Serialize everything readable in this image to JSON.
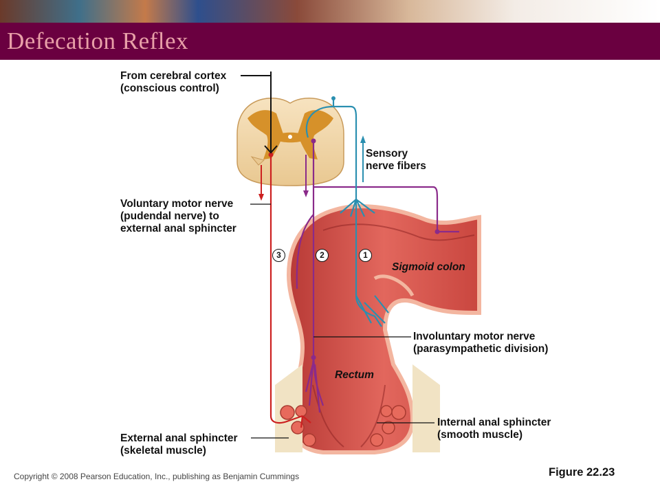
{
  "slide": {
    "title": "Defecation Reflex",
    "figure": "Figure 22.23",
    "copyright": "Copyright © 2008 Pearson Education, Inc., publishing as Benjamin Cummings"
  },
  "labels": {
    "cortex": [
      "From cerebral cortex",
      "(conscious control)"
    ],
    "sensory": [
      "Sensory",
      "nerve fibers"
    ],
    "voluntary": [
      "Voluntary motor nerve",
      "(pudendal nerve) to",
      "external anal sphincter"
    ],
    "sigmoid": "Sigmoid colon",
    "involuntary": [
      "Involuntary motor nerve",
      "(parasympathetic division)"
    ],
    "rectum": "Rectum",
    "internal": [
      "Internal anal sphincter",
      "(smooth muscle)"
    ],
    "external": [
      "External anal sphincter",
      "(skeletal muscle)"
    ]
  },
  "steps": [
    "1",
    "2",
    "3"
  ],
  "colors": {
    "title_bar": "#6a0040",
    "title_text": "#e8a0a8",
    "sensory_nerve": "#2a8fb0",
    "parasympathetic_nerve": "#8a2a8a",
    "motor_nerve": "#cc2020",
    "colon_tissue": "#d8524a"
  }
}
